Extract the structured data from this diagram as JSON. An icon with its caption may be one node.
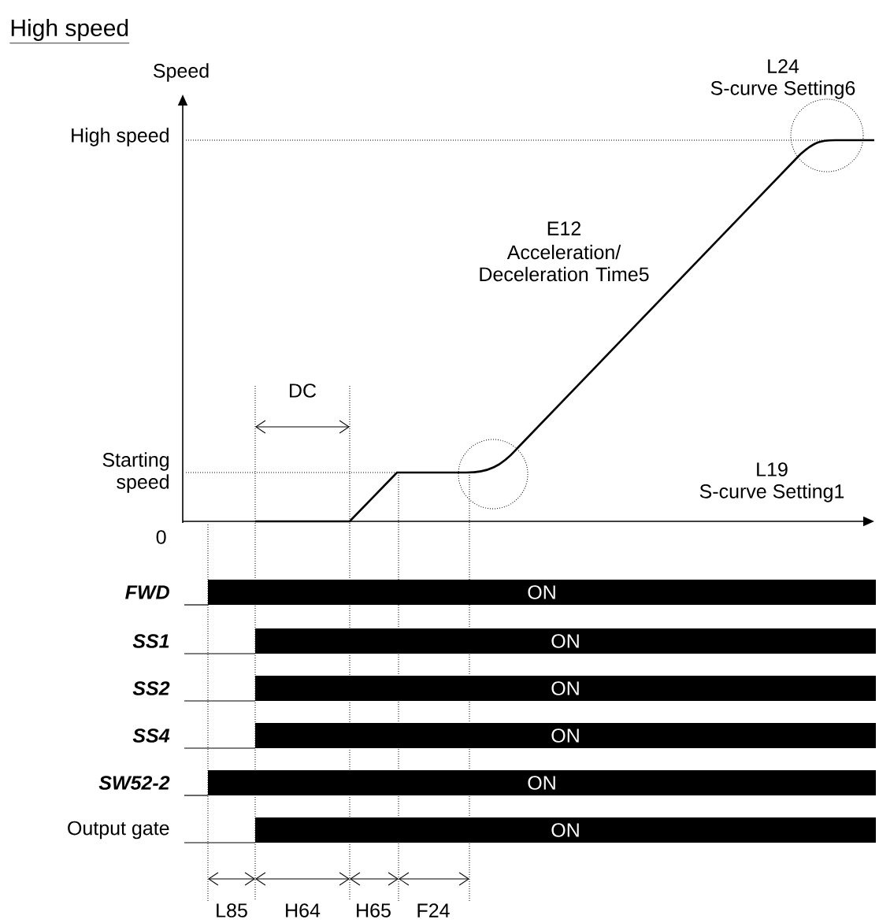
{
  "diagram": {
    "title": "High speed",
    "nodes": [
      {
        "text": [
          "ON"
        ]
      },
      {
        "text": [
          "ON"
        ]
      },
      {
        "text": [
          "ON"
        ]
      },
      {
        "text": [
          "ON"
        ]
      },
      {
        "text": [
          "ON"
        ]
      },
      {
        "text": [
          "ON"
        ]
      }
    ],
    "labels": [
      "Speed",
      "High speed",
      "L24",
      "S-curve Setting6",
      "E12",
      "Acceleration/ Deceleration Time5",
      "DC",
      "Starting speed",
      "L19",
      "S-curve Setting1",
      "0",
      "FWD",
      "SS1",
      "SS2",
      "SS4",
      "SW52-2",
      "Output gate",
      "L85",
      "H64",
      "H65",
      "F24"
    ]
  }
}
